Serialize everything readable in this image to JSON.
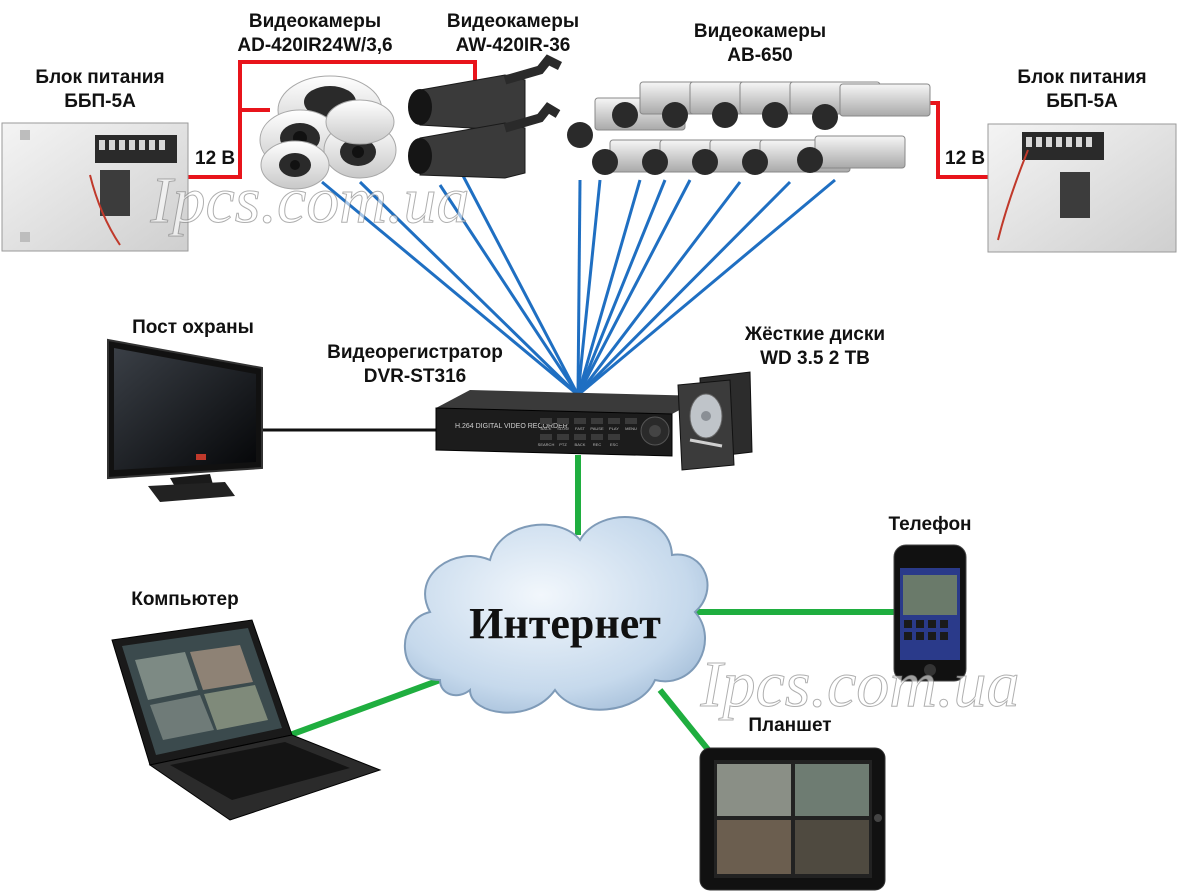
{
  "labels": {
    "psu_left": [
      "Блок питания",
      "ББП-5А"
    ],
    "psu_right": [
      "Блок питания",
      "ББП-5А"
    ],
    "cam_dome": [
      "Видеокамеры",
      "AD-420IR24W/3,6"
    ],
    "cam_bullet": [
      "Видеокамеры",
      "AW-420IR-36"
    ],
    "cam_box": [
      "Видеокамеры",
      "AB-650"
    ],
    "monitor": "Пост охраны",
    "dvr": [
      "Видеорегистратор",
      "DVR-ST316"
    ],
    "hdd": [
      "Жёсткие диски",
      "WD 3.5 2 TB"
    ],
    "phone": "Телефон",
    "computer": "Компьютер",
    "tablet": "Планшет",
    "internet": "Интернет",
    "volt_left": "12 В",
    "volt_right": "12 В",
    "watermark": "Ipcs.com.ua"
  },
  "dvr_panel": {
    "brand": "H.264 DIGITAL VIDEO RECORDER",
    "keys_top": [
      "BACK",
      "SLOW",
      "FAST",
      "PAUSE",
      "PLAY",
      "MENU"
    ],
    "keys_bottom": [
      "SEARCH",
      "PTZ",
      "BACK",
      "REC",
      "ESC"
    ]
  },
  "colors": {
    "power_line": "#e8141b",
    "video_line": "#1f6fc2",
    "network_line": "#1fae3f",
    "monitor_line": "#111111",
    "cloud": "#c9dced"
  }
}
